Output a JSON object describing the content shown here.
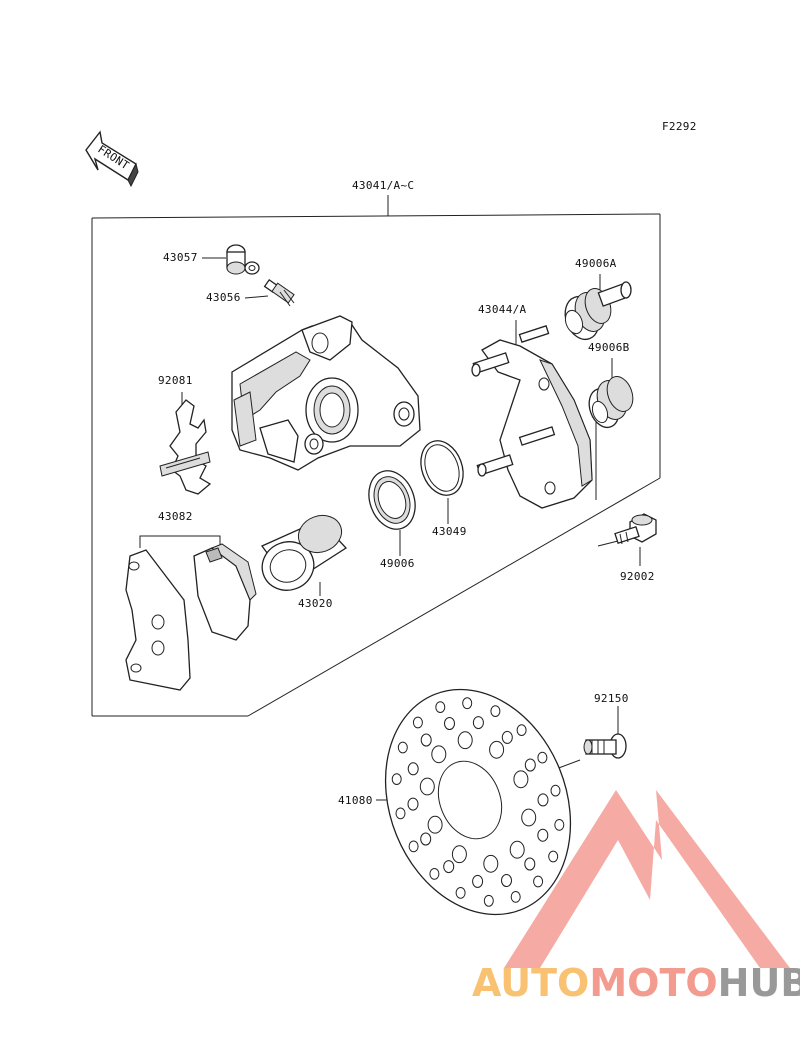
{
  "figure_code": "F2292",
  "front_label": "FRONT",
  "watermark": {
    "part1": "AUTO",
    "part2": "MOTO",
    "part3": "HUB",
    "colors": {
      "auto": "#f7b85a",
      "moto": "#f28a7c",
      "hub": "#888888",
      "triangle": "#f27a70"
    }
  },
  "parts": [
    {
      "id": "caliper_assy",
      "number": "43041/A~C"
    },
    {
      "id": "cap",
      "number": "43057"
    },
    {
      "id": "bleeder",
      "number": "43056"
    },
    {
      "id": "spring",
      "number": "92081"
    },
    {
      "id": "pads",
      "number": "43082"
    },
    {
      "id": "piston",
      "number": "43020"
    },
    {
      "id": "seal_piston",
      "number": "49006"
    },
    {
      "id": "seal_dust",
      "number": "43049"
    },
    {
      "id": "holder",
      "number": "43044/A"
    },
    {
      "id": "boot_a",
      "number": "49006A"
    },
    {
      "id": "boot_b",
      "number": "49006B"
    },
    {
      "id": "bolt_caliper",
      "number": "92002"
    },
    {
      "id": "bolt_disc",
      "number": "92150"
    },
    {
      "id": "disc",
      "number": "41080"
    }
  ]
}
